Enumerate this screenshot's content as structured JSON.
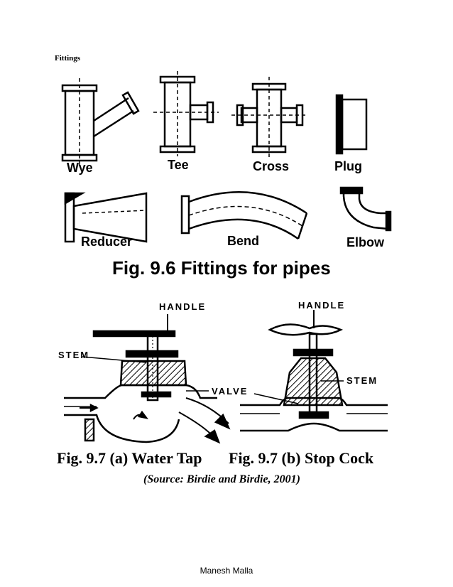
{
  "heading": "Fittings",
  "fig96": {
    "labels": {
      "wye": "Wye",
      "tee": "Tee",
      "cross": "Cross",
      "plug": "Plug",
      "reducer": "Reducer",
      "bend": "Bend",
      "elbow": "Elbow"
    },
    "caption": "Fig. 9.6 Fittings for pipes"
  },
  "fig97": {
    "labels": {
      "handle_left": "HANDLE",
      "handle_right": "HANDLE",
      "stem_left": "STEM",
      "stem_right": "STEM",
      "valve": "VALVE"
    },
    "caption_a": "Fig. 9.7 (a) Water Tap",
    "caption_b": "Fig. 9.7 (b) Stop Cock",
    "source": "(Source: Birdie and Birdie, 2001)"
  },
  "footer": "Manesh Malla"
}
